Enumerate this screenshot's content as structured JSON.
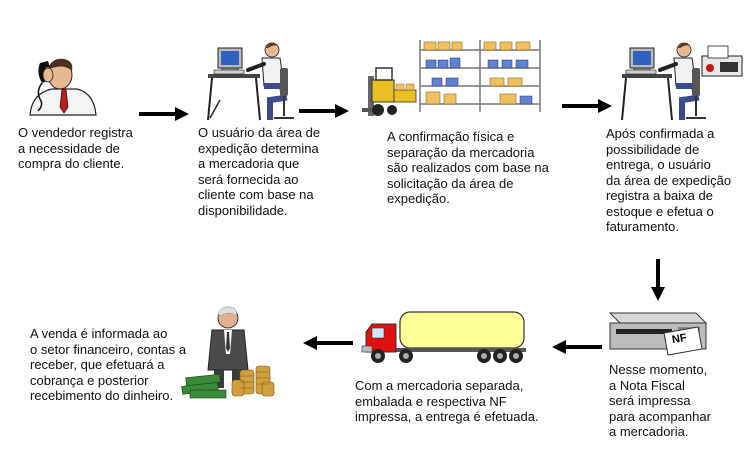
{
  "steps": [
    {
      "id": "vendedor",
      "text": "O vendedor registra\na necessidade de\ncompra do cliente."
    },
    {
      "id": "expedicao",
      "text": "O usuário da área de\nexpedição determina\na mercadoria que\nserá fornecida ao\ncliente com base na\ndisponibilidade."
    },
    {
      "id": "confirmacao",
      "text": "A confirmação física e\nseparação da mercadoria\nsão realizados com base na\nsolicitação da área de\nexpedição."
    },
    {
      "id": "faturamento",
      "text": "Após confirmada a\npossibilidade de\nentrega, o usuário\nda área de expedição\nregistra a baixa de\nestoque e efetua o\nfaturamento."
    },
    {
      "id": "nota-fiscal",
      "text": "Nesse momento,\na Nota Fiscal\nserá impressa\npara acompanhar\na mercadoria."
    },
    {
      "id": "entrega",
      "text": "Com a mercadoria separada,\nembalada e respectiva NF\nimpressa, a entrega é efetuada."
    },
    {
      "id": "financeiro",
      "text": "A venda é informada ao\no setor financeiro, contas a\nreceber, que efetuará a\ncobrança e posterior\nrecebimento do dinheiro."
    }
  ],
  "printer_paper_label": "NF",
  "colors": {
    "arrow": "#000000",
    "text": "#111111",
    "truck_tank": "#ffff99",
    "truck_cab": "#e01010",
    "shelf_boxes": "#f0c060",
    "blue_items": "#6080d0",
    "forklift": "#e8c020",
    "money": "#3a8a3a",
    "coins": "#d0a040"
  },
  "icons": [
    "phone-man-icon",
    "computer-user-icon",
    "warehouse-forklift-icon",
    "computer-printer-user-icon",
    "printer-icon",
    "truck-icon",
    "businessman-money-icon"
  ]
}
